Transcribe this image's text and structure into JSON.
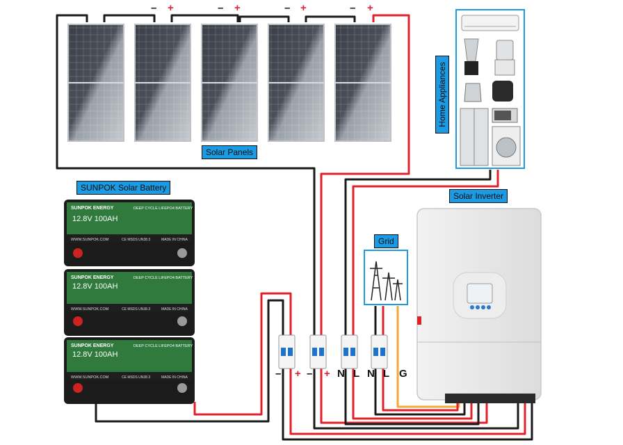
{
  "labels": {
    "solar_panels": "Solar Panels",
    "battery": "SUNPOK Solar Battery",
    "home_appliances": "Home Appliances",
    "inverter": "Solar Inverter",
    "grid": "Grid"
  },
  "panel_terminals": {
    "minus": "–",
    "plus": "+"
  },
  "battery_units": [
    {
      "brand": "SUNPOK ENERGY",
      "type": "DEEP CYCLE LIFEPO4 BATTERY",
      "spec": "12.8V 100AH",
      "web": "WWW.SUNPOK.COM",
      "made": "MADE IN CHINA",
      "marks": "CE MSDS UN38.3"
    },
    {
      "brand": "SUNPOK ENERGY",
      "type": "DEEP CYCLE LIFEPO4 BATTERY",
      "spec": "12.8V 100AH",
      "web": "WWW.SUNPOK.COM",
      "made": "MADE IN CHINA",
      "marks": "CE MSDS UN38.3"
    },
    {
      "brand": "SUNPOK ENERGY",
      "type": "DEEP CYCLE LIFEPO4 BATTERY",
      "spec": "12.8V 100AH",
      "web": "WWW.SUNPOK.COM",
      "made": "MADE IN CHINA",
      "marks": "CE MSDS UN38.3"
    }
  ],
  "breaker_terminals": {
    "battery_minus": "–",
    "battery_plus": "+",
    "pv_minus": "–",
    "pv_plus": "+",
    "load_n": "N",
    "load_l": "L",
    "grid_n": "N",
    "grid_l": "L",
    "grid_g": "G"
  },
  "colors": {
    "label_bg": "#1a9be3",
    "wire_red": "#e0212b",
    "wire_black": "#1a1a1a",
    "wire_orange": "#f4a83a",
    "battery_green": "#2f7a3c"
  }
}
